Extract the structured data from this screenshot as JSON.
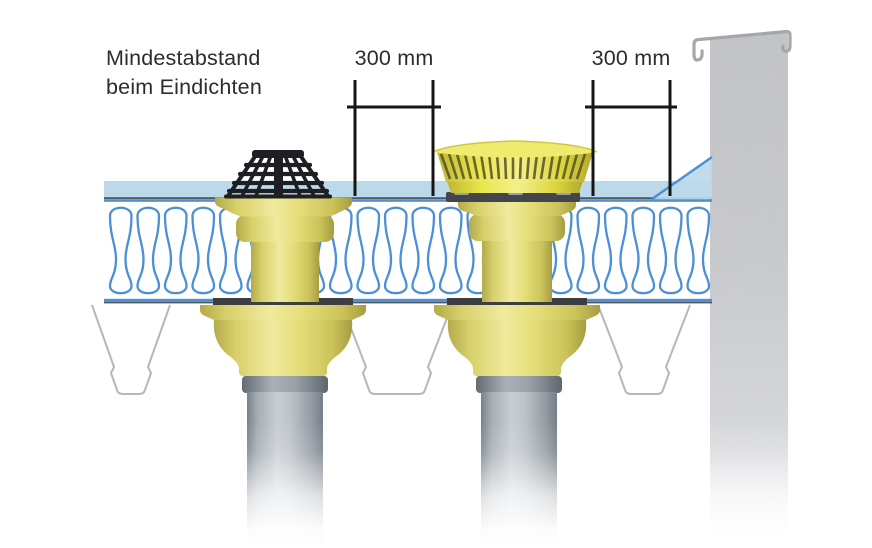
{
  "title": {
    "text_line1": "Mindestabstand",
    "text_line2": "beim Eindichten"
  },
  "dimensions": {
    "left": {
      "label": "300 mm"
    },
    "right": {
      "label": "300 mm"
    }
  },
  "components": {
    "left_drain": "roof-drain-with-strainer-dome",
    "right_drain": "roof-drain-with-gravel-guard",
    "layers": [
      "roof-membrane",
      "insulation-layer",
      "steel-deck-profile",
      "drain-pipes",
      "party-wall-with-coping"
    ]
  },
  "colors": {
    "membrane_blue": "#bcd9ea",
    "insulation_outline_blue": "#4b8fd5",
    "drain_body_yellow": "#e4dd76",
    "gravel_guard_yellow": "#e9e54d",
    "strainer_black": "#1e1f22",
    "pipe_gray": "#9aa2ab",
    "wall_gray": "#c8c9cd",
    "deck_outline_gray": "#b7b7b7",
    "dimension_line_black": "#161616"
  }
}
